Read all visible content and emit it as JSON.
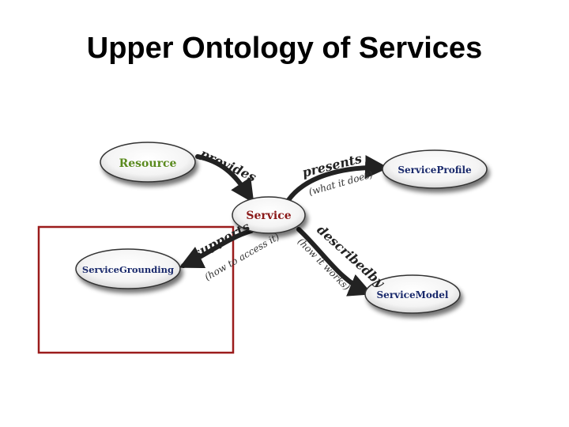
{
  "slide": {
    "title": "Upper Ontology of Services"
  },
  "nodes": {
    "resource": "Resource",
    "service": "Service",
    "service_profile": "ServiceProfile",
    "service_grounding": "ServiceGrounding",
    "service_model": "ServiceModel"
  },
  "edges": {
    "provides": "provides",
    "presents": "presents",
    "presents_sub": "(what it does)",
    "supports": "supports",
    "supports_sub": "(how to access it)",
    "described_by": "describedby",
    "described_by_sub": "(how it works)"
  },
  "colors": {
    "resource_text": "#5a8a1e",
    "service_text": "#8b1a1a",
    "node_text": "#1a2a6c",
    "highlight_box": "#9b1c1c",
    "arrow": "#222222"
  }
}
